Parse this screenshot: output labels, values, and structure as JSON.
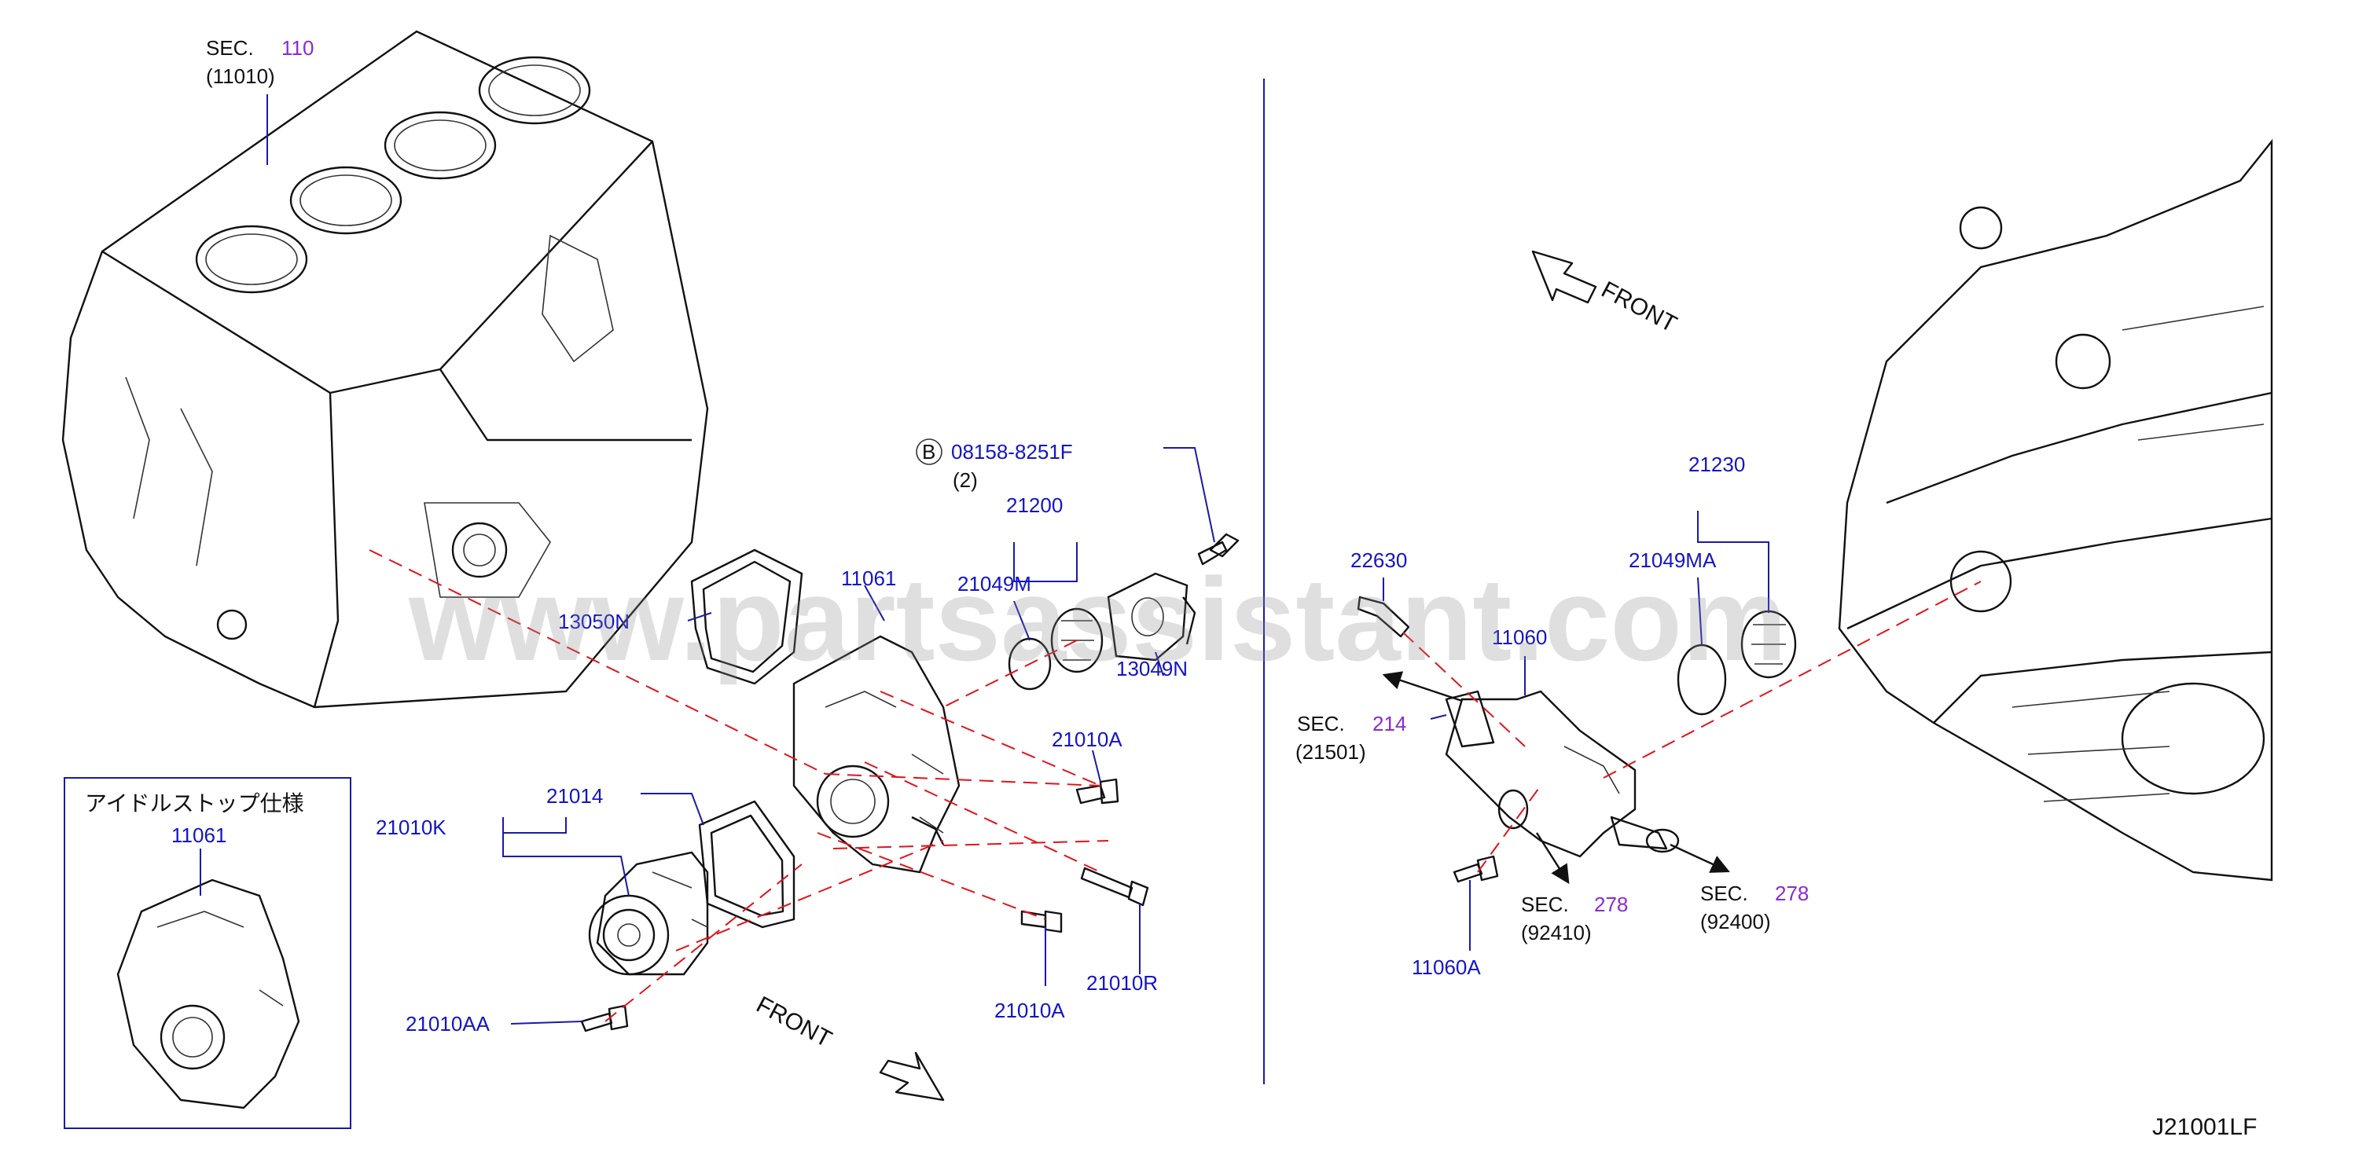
{
  "watermark": "www.partsassistant.com",
  "diagram_code": "J21001LF",
  "inset_title": "アイドルストップ仕様",
  "front_label": "FRONT",
  "labels": {
    "sec_110": {
      "prefix": "SEC.",
      "num": "110",
      "sub": "(11010)"
    },
    "bolt_b": {
      "badge": "B",
      "part": "08158-8251F",
      "qty": "(2)"
    },
    "p21200": "21200",
    "p21049M": "21049M",
    "p13049N": "13049N",
    "p13050N": "13050N",
    "p11061": "11061",
    "p11061_inset": "11061",
    "p21010A_1": "21010A",
    "p21010A_2": "21010A",
    "p21010R": "21010R",
    "p21014": "21014",
    "p21010K": "21010K",
    "p21010AA": "21010AA",
    "p21230": "21230",
    "p21049MA": "21049MA",
    "p22630": "22630",
    "p11060": "11060",
    "p11060A": "11060A",
    "sec_214": {
      "prefix": "SEC.",
      "num": "214",
      "sub": "(21501)"
    },
    "sec_278a": {
      "prefix": "SEC.",
      "num": "278",
      "sub": "(92410)"
    },
    "sec_278b": {
      "prefix": "SEC.",
      "num": "278",
      "sub": "(92400)"
    }
  }
}
